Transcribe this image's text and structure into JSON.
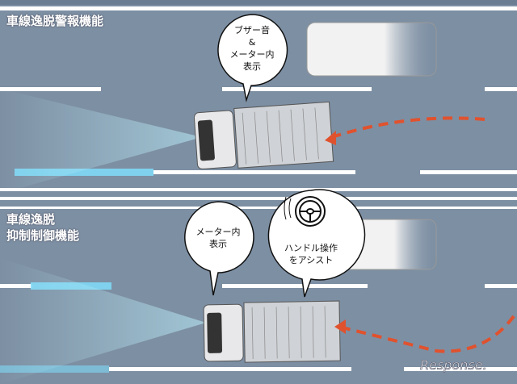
{
  "panels": [
    {
      "title": "車線逸脱警報機能",
      "bubbles": [
        {
          "lines": [
            "ブザー音",
            "&",
            "メーター内",
            "表示"
          ]
        }
      ]
    },
    {
      "title_lines": [
        "車線逸脱",
        "抑制制御機能"
      ],
      "bubbles": [
        {
          "lines": [
            "メーター内",
            "表示"
          ]
        },
        {
          "lines": [
            "ハンドル操作",
            "をアシスト"
          ]
        }
      ]
    }
  ],
  "watermark": "Response.",
  "colors": {
    "road": "#7d8fa3",
    "arrow": "#e0522e",
    "beam": "#9fe8ff"
  }
}
